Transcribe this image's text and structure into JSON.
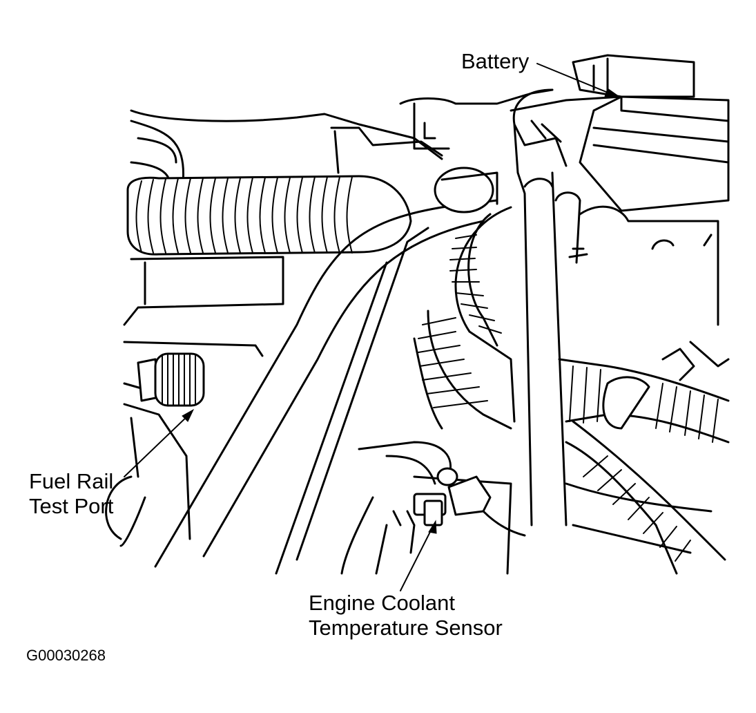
{
  "figure": {
    "id": "G00030268",
    "callouts": {
      "battery": "Battery",
      "fuel_rail_line1": "Fuel Rail",
      "fuel_rail_line2": "Test Port",
      "ect_line1": "Engine Coolant",
      "ect_line2": "Temperature Sensor"
    }
  }
}
